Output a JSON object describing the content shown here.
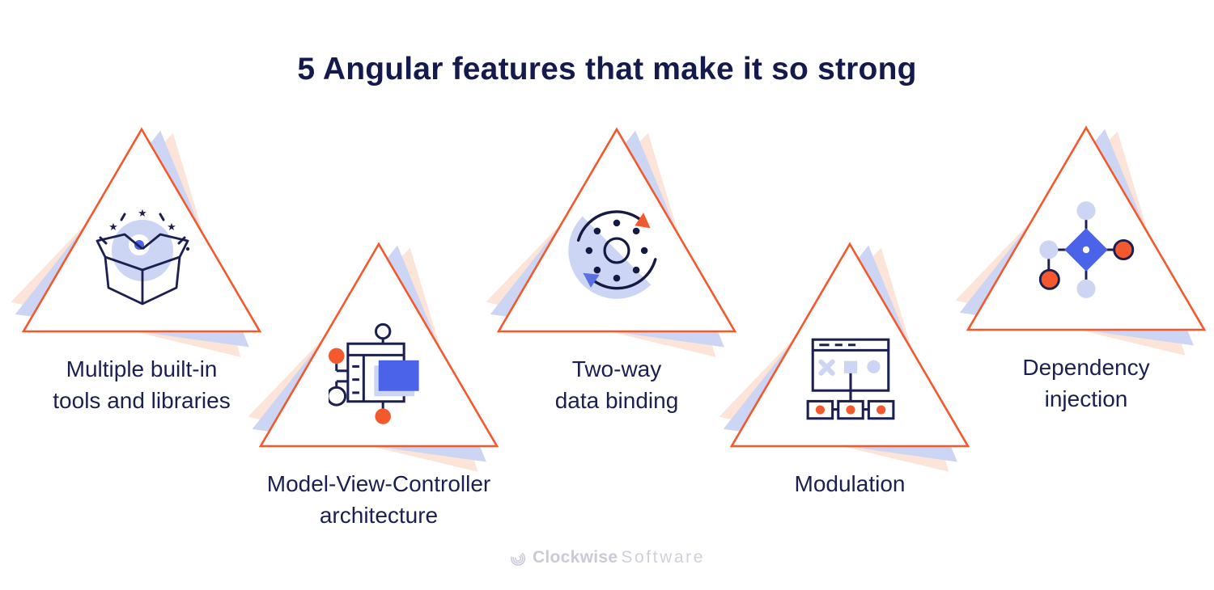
{
  "title": "5 Angular features that make it so strong",
  "features": [
    {
      "id": "multiple-tools",
      "line1": "Multiple built-in",
      "line2": "tools and libraries",
      "icon": "open-box-icon"
    },
    {
      "id": "mvc",
      "line1": "Model-View-Controller",
      "line2": "architecture",
      "icon": "mvc-window-icon"
    },
    {
      "id": "two-way-binding",
      "line1": "Two-way",
      "line2": "data binding",
      "icon": "circular-sync-icon"
    },
    {
      "id": "modulation",
      "line1": "Modulation",
      "line2": "",
      "icon": "module-tree-icon"
    },
    {
      "id": "dependency-injection",
      "line1": "Dependency",
      "line2": "injection",
      "icon": "node-graph-icon"
    }
  ],
  "footer": {
    "brand_bold": "Clockwise",
    "brand_light": "Software",
    "logo": "clockwise-swirl-icon"
  },
  "colors": {
    "navy": "#1c2050",
    "title_navy": "#141a4c",
    "orange": "#f3592c",
    "peach": "#fce4d8",
    "periwinkle": "#ccd5f3",
    "royal_blue": "#4a63e8",
    "logo_gray": "#c9c9da"
  }
}
